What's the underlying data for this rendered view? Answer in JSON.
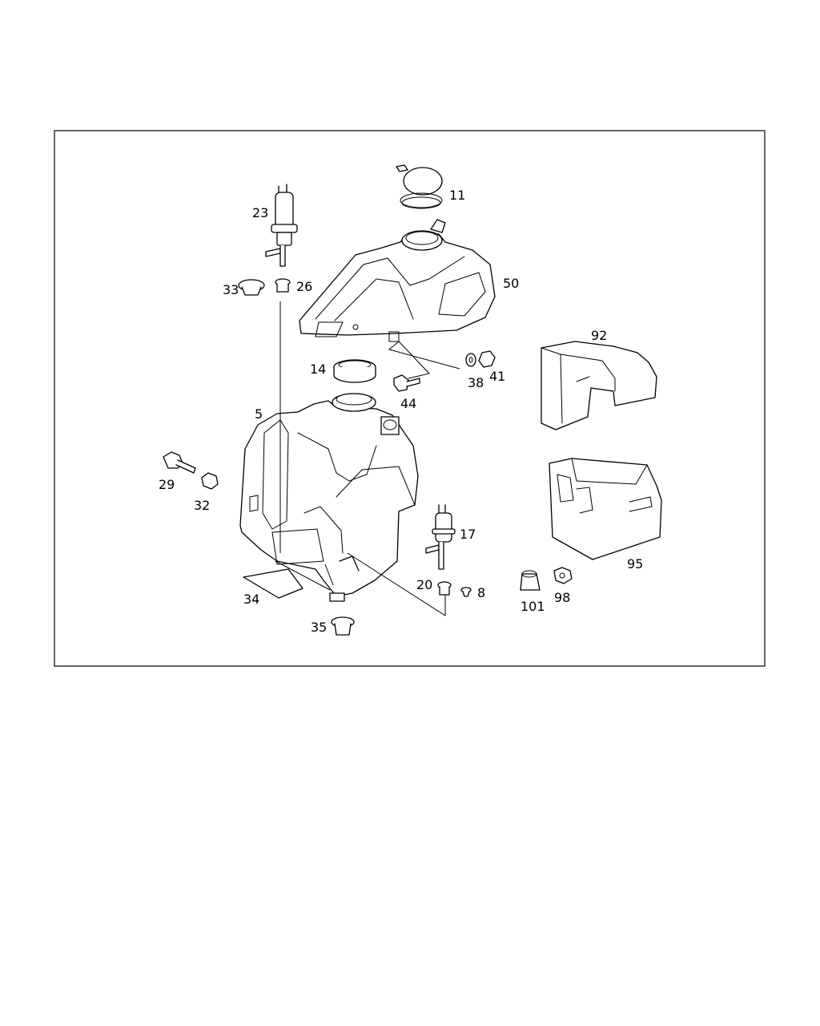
{
  "diagram": {
    "labels": {
      "p5": "5",
      "p8": "8",
      "p11": "11",
      "p14": "14",
      "p17": "17",
      "p20": "20",
      "p23": "23",
      "p26": "26",
      "p29": "29",
      "p32": "32",
      "p33": "33",
      "p34": "34",
      "p35": "35",
      "p38": "38",
      "p41": "41",
      "p44": "44",
      "p50": "50",
      "p92": "92",
      "p95": "95",
      "p98": "98",
      "p101": "101"
    }
  }
}
